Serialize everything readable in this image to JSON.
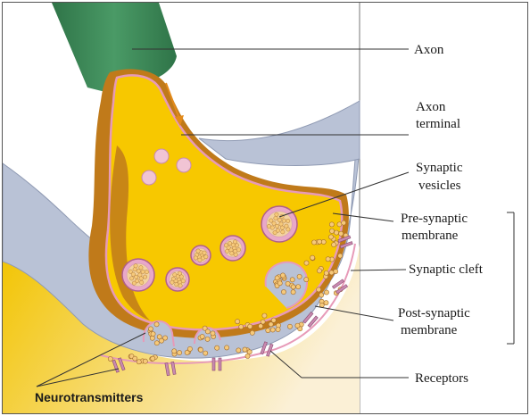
{
  "labels": {
    "axon": "Axon",
    "axon_terminal_1": "Axon",
    "axon_terminal_2": "terminal",
    "synaptic_vesicles_1": "Synaptic",
    "synaptic_vesicles_2": "vesicles",
    "presynaptic_1": "Pre-synaptic",
    "presynaptic_2": "membrane",
    "synaptic_cleft": "Synaptic cleft",
    "postsynaptic_1": "Post-synaptic",
    "postsynaptic_2": "membrane",
    "receptors": "Receptors",
    "neurotransmitters": "Neurotransmitters"
  },
  "colors": {
    "axon": "#3e8a5a",
    "terminal": "#f7c800",
    "terminal_edge": "#c07a1a",
    "cleft": "#b9c2d6",
    "postsynaptic_cell": "#f4cc5a",
    "vesicle": "#e9a8c8",
    "neurotransmitter": "#f6c97a",
    "receptor": "#c98ab0"
  }
}
